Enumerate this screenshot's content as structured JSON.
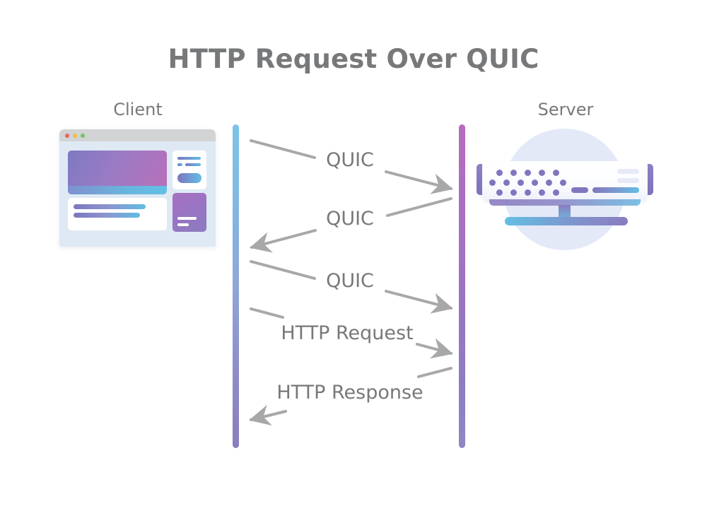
{
  "diagram": {
    "title": "HTTP Request Over QUIC",
    "background_color": "#ffffff",
    "text_color": "#77787a",
    "arrow_color": "#a8a8a8"
  },
  "actors": {
    "client": {
      "label": "Client",
      "illustration": "browser-window-icon",
      "lifeline_gradient_top": "#7cc3e9",
      "lifeline_gradient_bottom": "#8b7cc0"
    },
    "server": {
      "label": "Server",
      "illustration": "rack-server-icon",
      "lifeline_gradient_top": "#b76cbe",
      "lifeline_gradient_bottom": "#8f87c4"
    }
  },
  "messages": [
    {
      "label": "QUIC",
      "direction": "client-to-server"
    },
    {
      "label": "QUIC",
      "direction": "server-to-client"
    },
    {
      "label": "QUIC",
      "direction": "client-to-server"
    },
    {
      "label": "HTTP Request",
      "direction": "client-to-server"
    },
    {
      "label": "HTTP Response",
      "direction": "server-to-client"
    }
  ],
  "browser_chrome": {
    "traffic_lights": [
      {
        "name": "close",
        "color": "#e9645f"
      },
      {
        "name": "minimize",
        "color": "#e9c04b"
      },
      {
        "name": "maximize",
        "color": "#74c65a"
      }
    ]
  }
}
